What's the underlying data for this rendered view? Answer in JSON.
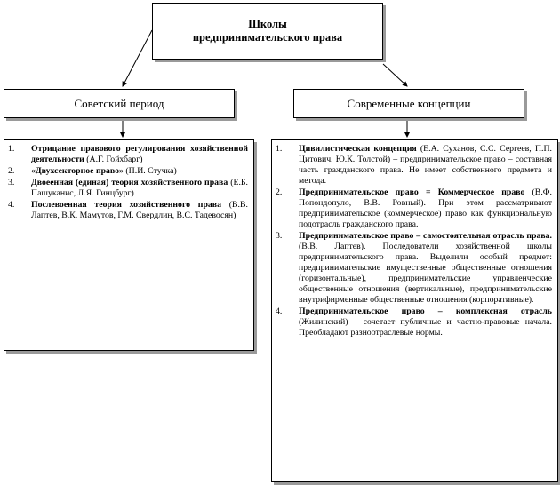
{
  "title": "Школы предпринимательского права",
  "left": {
    "heading": "Советский период",
    "items": [
      {
        "num": "1.",
        "bold": "Отрицание правового регулирования хозяйственной деятельности",
        "rest": " (А.Г. Гойхбарг)"
      },
      {
        "num": "2.",
        "bold": "«Двухсекторное право»",
        "rest": " (П.И. Стучка)"
      },
      {
        "num": "3.",
        "bold": "Двоеенная (единая) теория хозяйственного права",
        "rest": " (Е.Б. Пашуканис, Л.Я. Гинцбург)"
      },
      {
        "num": "4.",
        "bold": "Послевоенная теория хозяйственного права",
        "rest": " (В.В. Лаптев, В.К. Мамутов, Г.М. Свердлин, В.С. Тадевосян)"
      }
    ]
  },
  "right": {
    "heading": "Современные концепции",
    "items": [
      {
        "num": "1.",
        "bold": "Цивилистическая концепция",
        "rest": " (Е.А. Суханов, С.С. Сергеев, П.П. Цитович, Ю.К. Толстой) – предпринимательское право – составная часть гражданского права. Не имеет собственного предмета и метода."
      },
      {
        "num": "2.",
        "bold": "Предпринимательское право = Коммерческое право",
        "rest": " (В.Ф. Попондопуло, В.В. Ровный). При этом рассматривают предпринимательское (коммерческое) право как функциональную подотрасль гражданского права."
      },
      {
        "num": "3.",
        "bold": "Предпринимательское право – самостоятельная отрасль права.",
        "rest": " (В.В. Лаптев). Последователи хозяйственной школы предпринимательского права. Выделили особый предмет: предпринимательские имущественные общественные отношения (горизонтальные), предпринимательские управленческие общественные отношения (вертикальные), предпринимательские внутрифирменные общественные отношения (корпоративные)."
      },
      {
        "num": "4.",
        "bold": "Предпринимательское право – комплексная отрасль",
        "rest": " (Жилинский) – сочетает публичные и частно-правовые начала. Преобладают разноотраслевые нормы."
      }
    ]
  }
}
